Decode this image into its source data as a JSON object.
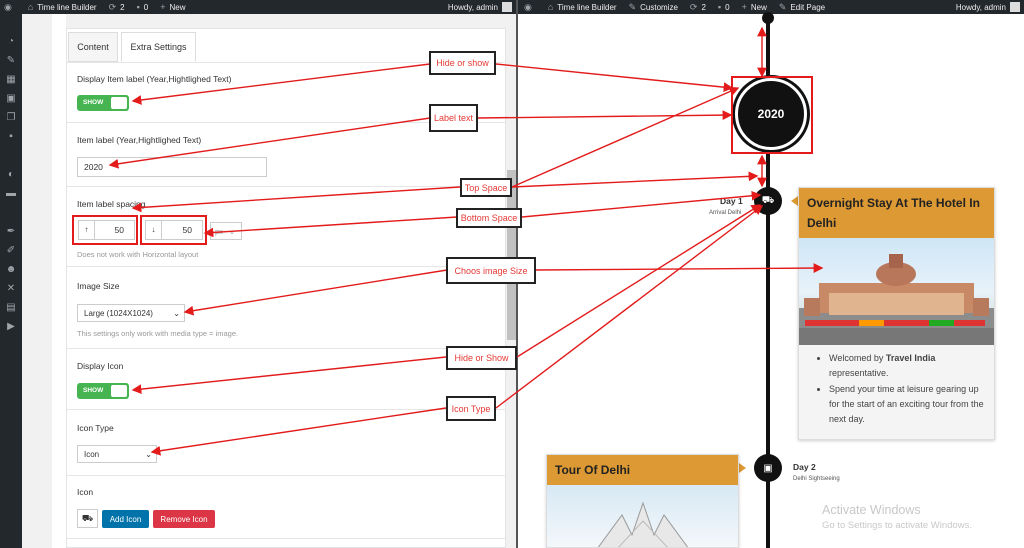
{
  "left_adminbar": {
    "site": "Time line Builder",
    "updates": "2",
    "comments": "0",
    "new": "New",
    "howdy": "Howdy, admin"
  },
  "right_adminbar": {
    "site": "Time line Builder",
    "customize": "Customize",
    "updates": "2",
    "comments": "0",
    "new": "New",
    "edit": "Edit Page",
    "howdy": "Howdy, admin"
  },
  "tabs": [
    "Content",
    "Extra Settings"
  ],
  "settings": {
    "display_label": "Display Item label (Year,Hightlighed Text)",
    "toggle_show": "SHOW",
    "item_label": "Item label (Year,Hightlighed Text)",
    "item_label_value": "2020",
    "spacing_label": "Item label spacing",
    "top_value": "50",
    "bottom_value": "50",
    "unit": "px",
    "spacing_hint": "Does not work with Horizontal layout",
    "image_size_label": "Image Size",
    "image_size_value": "Large (1024X1024)",
    "image_size_hint": "This settings only work with media type = image.",
    "display_icon_label": "Display Icon",
    "icon_type_label": "Icon Type",
    "icon_type_value": "Icon",
    "icon_label": "Icon",
    "add_icon": "Add Icon",
    "remove_icon": "Remove Icon"
  },
  "annotations": {
    "hide_show_1": "Hide or show",
    "label_text": "Label text",
    "top_space": "Top Space",
    "bottom_space": "Bottom Space",
    "image_size": "Choos image Size",
    "hide_show_2": "Hide or Show",
    "icon_type": "Icon Type"
  },
  "timeline": {
    "year": "2020",
    "items": [
      {
        "day": "Day 1",
        "sub": "Arrival Delhi",
        "title": "Overnight Stay At The Hotel In Delhi",
        "bullets": [
          {
            "pre": "Welcomed by ",
            "bold": "Travel India",
            "post": " representative."
          },
          {
            "pre": "Spend your time at leisure gearing up for the start of an exciting tour from the next day.",
            "bold": "",
            "post": ""
          }
        ]
      },
      {
        "day": "Day 2",
        "sub": "Delhi Sightseeing",
        "title": "Tour Of Delhi"
      }
    ]
  },
  "watermark": {
    "line1": "Activate Windows",
    "line2": "Go to Settings to activate Windows."
  },
  "colors": {
    "accent": "#dd9933",
    "annotation": "#e31b1b",
    "toggle": "#46b450",
    "add_button": "#0073aa",
    "remove_button": "#dc3545",
    "admin_bar": "#23282d"
  }
}
